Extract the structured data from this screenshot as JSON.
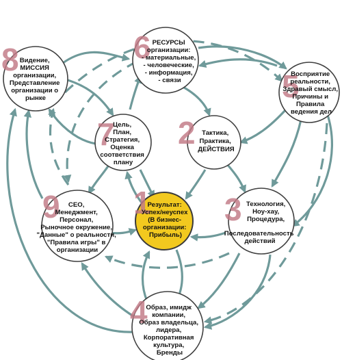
{
  "nodes": {
    "result": {
      "number": "1",
      "lines": [
        "Результат:",
        "Успех/неуспех",
        "(В бизнес-",
        "организации:",
        "Прибыль)"
      ]
    },
    "tactics": {
      "number": "2",
      "lines": [
        "Тактика,",
        "Практика,",
        "ДЕЙСТВИЯ"
      ]
    },
    "technology": {
      "number": "3",
      "lines": [
        "Технология,",
        "Ноу-хау,",
        "Процедура,",
        "Последовательность",
        "действий"
      ]
    },
    "image": {
      "number": "4",
      "lines": [
        "Образ, имидж",
        "компании,",
        "Образ владельца,",
        "лидера,",
        "Корпоративная",
        "культура,",
        "Бренды"
      ]
    },
    "perception": {
      "number": "5",
      "lines": [
        "Восприятие",
        "реальности,",
        "Здравый смысл,",
        "Причины и",
        "Правила",
        "ведения дел"
      ]
    },
    "resources": {
      "number": "6",
      "lines": [
        "РЕСУРСЫ",
        "организации:",
        "- материальные,",
        "- человеческие,",
        "- информация,",
        "- связи"
      ]
    },
    "goal": {
      "number": "7",
      "lines": [
        "Цель,",
        "План,",
        "Стратегия,",
        "Оценка",
        "соответствия",
        "плану"
      ]
    },
    "vision": {
      "number": "8",
      "lines": [
        "Видение,",
        "МИССИЯ",
        "организации,",
        "Представление",
        "организации о",
        "рынке"
      ]
    },
    "ceo": {
      "number": "9",
      "lines": [
        "CEO,",
        "Менеджмент,",
        "Персонал,",
        "Рыночное окружение,",
        "\"Данные\" о реальности,",
        "\"Правила игры\" в",
        "организации"
      ]
    }
  }
}
